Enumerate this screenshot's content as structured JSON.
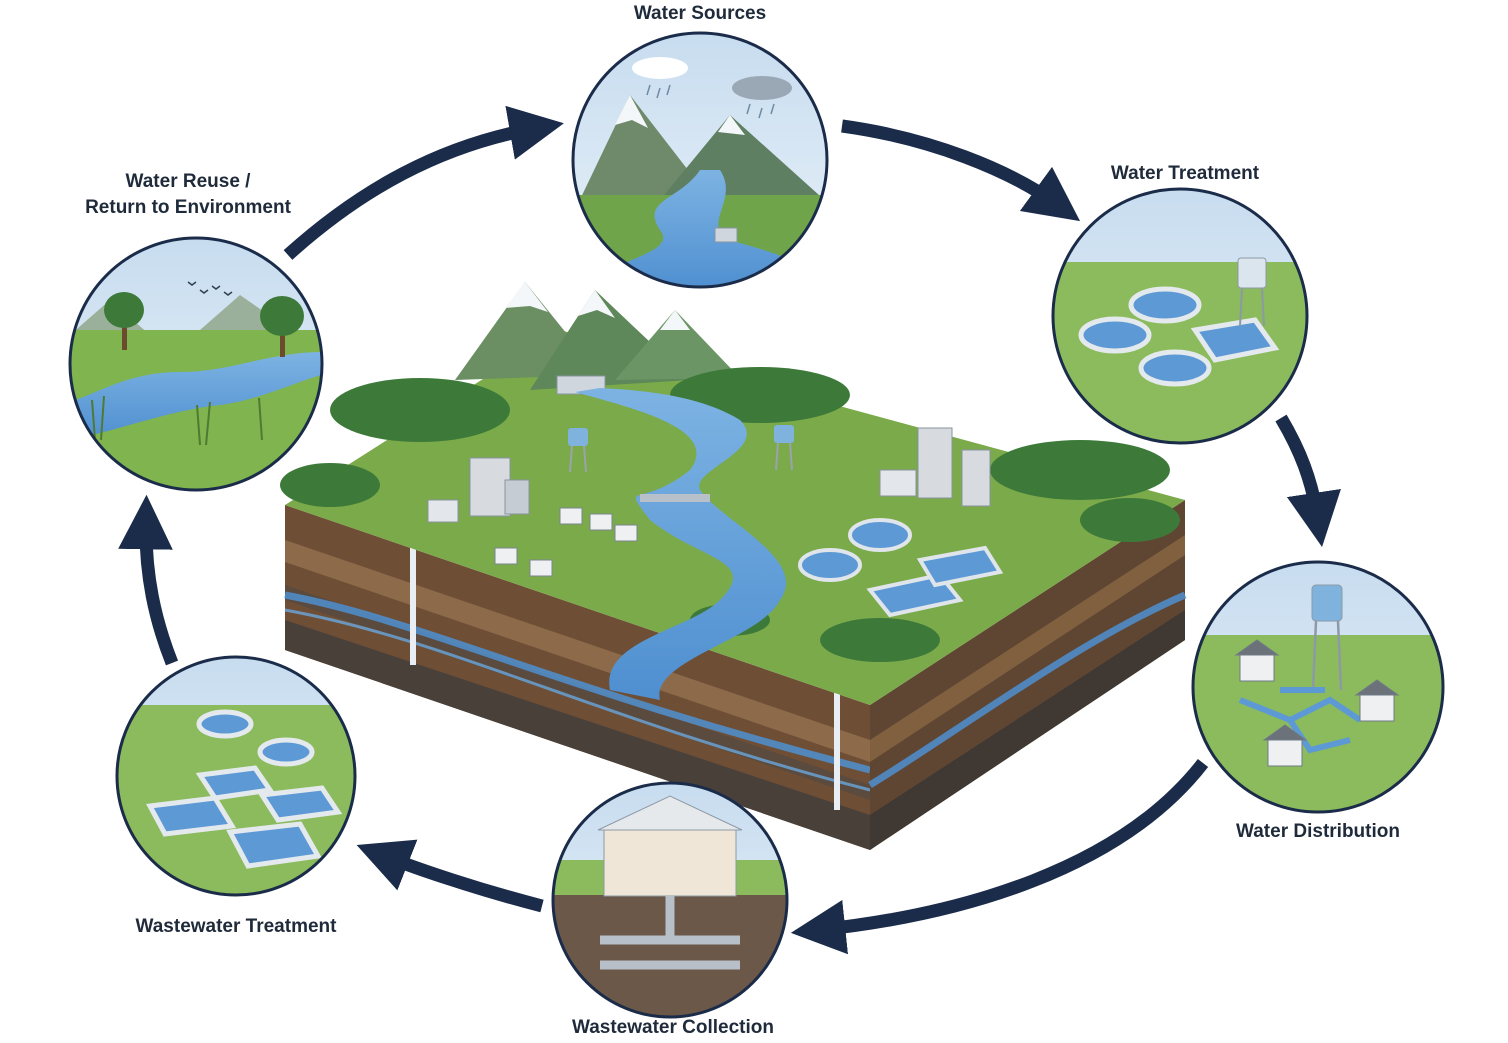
{
  "stages": {
    "sources": {
      "label": "Water Sources"
    },
    "treatment": {
      "label": "Water Treatment"
    },
    "distribution": {
      "label": "Water Distribution"
    },
    "collection": {
      "label": "Wastewater Collection"
    },
    "wastewater": {
      "label": "Wastewater Treatment"
    },
    "reuse": {
      "line1": "Water Reuse /",
      "line2": "Return to Environment"
    }
  },
  "colors": {
    "arrow": "#1b2c4a",
    "water": "#4f8fd0",
    "grass": "#7aaa4a",
    "forest": "#3d7a3a",
    "soil": "#7b5a3e",
    "sky": "#dbe9f5"
  },
  "icons": [
    "mountain-icon",
    "rain-cloud-icon",
    "river-icon",
    "dam-icon",
    "clarifier-tank-icon",
    "water-tower-icon",
    "house-icon",
    "sewer-pipe-icon",
    "tree-icon",
    "bird-icon"
  ]
}
